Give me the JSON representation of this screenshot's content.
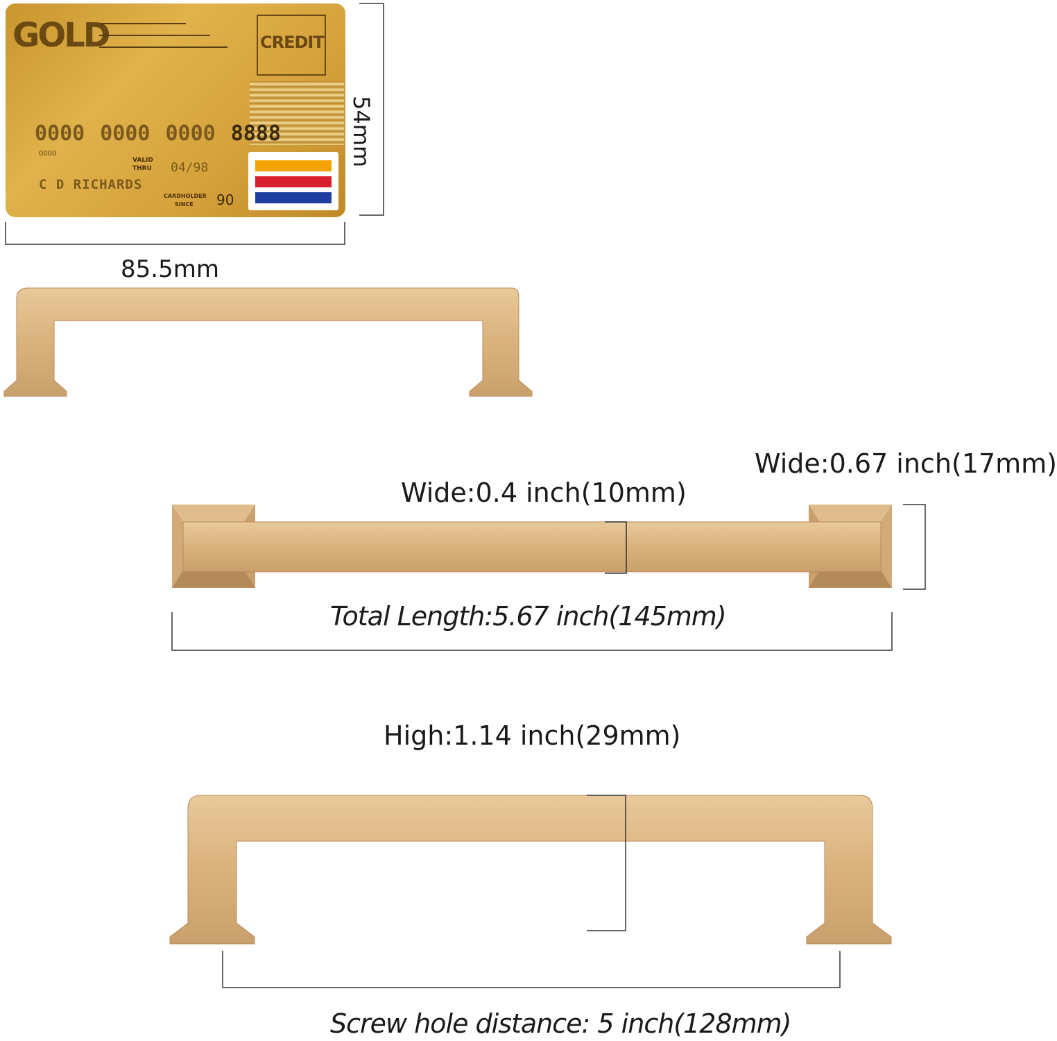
{
  "colors": {
    "brass": "#d9b27c",
    "brass_light": "#e6c595",
    "brass_dark": "#b8895a",
    "card_gold": "#d8a73a",
    "dim_line": "#333333"
  },
  "card": {
    "brand": "GOLD",
    "type": "CREDIT",
    "number_groups": [
      "0000",
      "0000",
      "0000",
      "8888"
    ],
    "small_number": "0000",
    "valid_label_1": "VALID",
    "valid_label_2": "THRU",
    "valid_date": "04/98",
    "holder_name": "C D RICHARDS",
    "since_label_1": "CARDHOLDER",
    "since_label_2": "SINCE",
    "since_year": "90",
    "stripe_colors": [
      "#f5a300",
      "#d8202e",
      "#1f3fa0"
    ]
  },
  "dimensions": {
    "card_height": "54mm",
    "card_width": "85.5mm",
    "bar_wide": "Wide:0.4 inch(10mm)",
    "base_wide": "Wide:0.67 inch(17mm)",
    "total_length": "Total Length:5.67 inch(145mm)",
    "high": "High:1.14 inch(29mm)",
    "screw_distance": "Screw hole distance: 5 inch(128mm)"
  }
}
